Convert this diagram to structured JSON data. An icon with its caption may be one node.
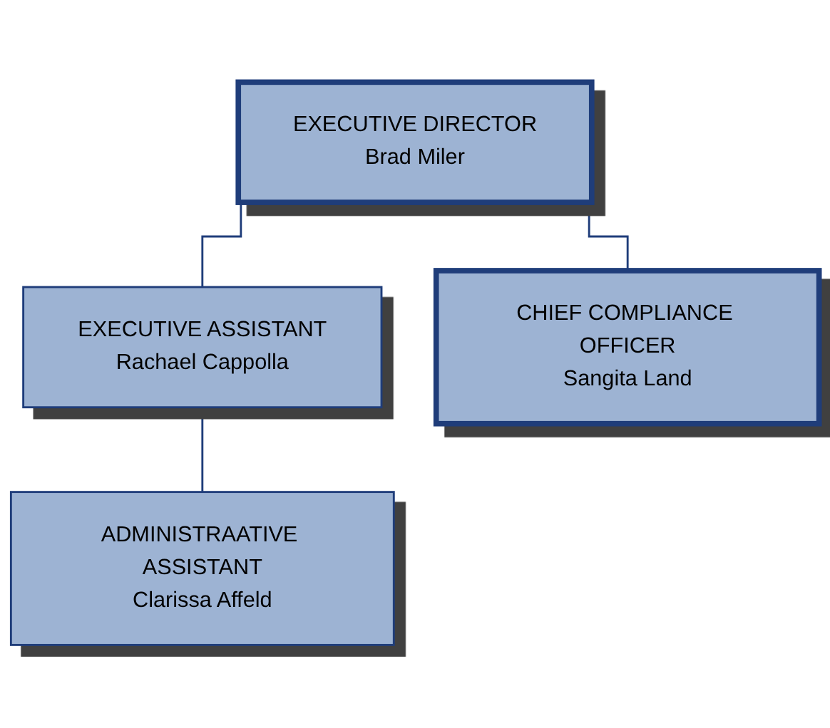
{
  "diagram": {
    "nodes": [
      {
        "text": [
          "EXECUTIVE DIRECTOR",
          "Brad Miler"
        ]
      },
      {
        "text": [
          "EXECUTIVE ASSISTANT",
          "Rachael Cappolla"
        ]
      },
      {
        "text": [
          "ADMINISTRAATIVE ASSISTANT",
          "Clarissa Affeld"
        ]
      },
      {
        "text": [
          "CHIEF COMPLIANCE OFFICER",
          "Sangita Land"
        ]
      }
    ],
    "edges": [
      {
        "from": 0,
        "to": 1,
        "arrow": "none"
      },
      {
        "from": 1,
        "to": 2,
        "arrow": "none"
      },
      {
        "from": 0,
        "to": 3,
        "arrow": "none"
      }
    ]
  }
}
